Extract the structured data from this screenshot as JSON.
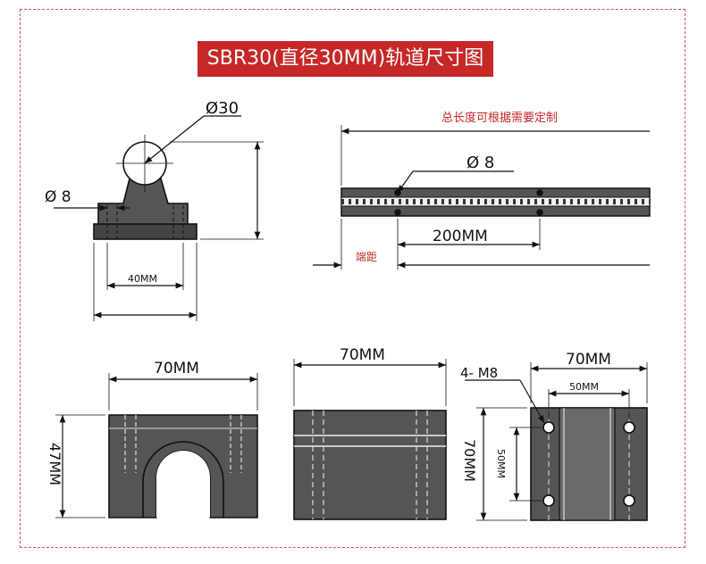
{
  "title": "SBR30(直径30MM)轨道尺寸图",
  "colors": {
    "accent": "#c62828",
    "line": "#111111",
    "part_fill": "#4a4a4a"
  },
  "rail_support_view": {
    "diameter_label": "Ø30",
    "hole_label": "Ø 8",
    "base_width_label": "40MM"
  },
  "rail_length_view": {
    "total_length_note": "总长度可根据需要定制",
    "hole_label": "Ø 8",
    "hole_spacing_label": "200MM",
    "end_distance_label": "端距"
  },
  "block_front_view": {
    "width_label": "70MM",
    "height_label": "47MM"
  },
  "block_side_view": {
    "width_label": "70MM"
  },
  "block_top_view": {
    "width_label": "70MM",
    "hole_spacing_x_label": "50MM",
    "length_label": "70MM",
    "hole_spacing_y_label": "50MM",
    "mount_holes_label": "4- M8"
  }
}
